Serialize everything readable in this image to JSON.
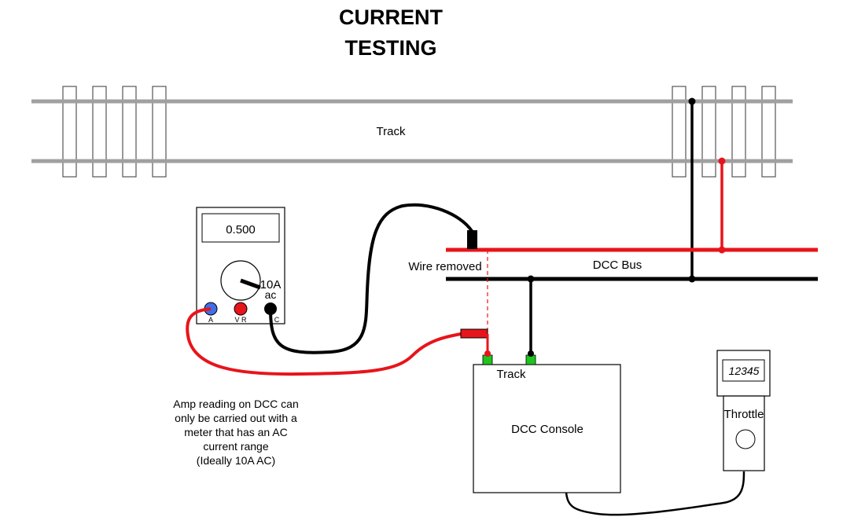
{
  "title": {
    "line1": "CURRENT",
    "line2": "TESTING"
  },
  "track": {
    "label": "Track"
  },
  "meter": {
    "display": "0.500",
    "range_line1": "10A",
    "range_line2": "ac",
    "jack_a": "A",
    "jack_vr": "V R",
    "jack_c": "C"
  },
  "bus": {
    "label": "DCC Bus",
    "wire_removed": "Wire removed"
  },
  "console": {
    "label": "DCC Console",
    "track_terminal": "Track"
  },
  "throttle": {
    "label": "Throttle",
    "display": "12345"
  },
  "note": {
    "lines": [
      "Amp reading on DCC can",
      "only be carried out with a",
      "meter that has an AC",
      "current range",
      "(Ideally 10A  AC)"
    ]
  },
  "colors": {
    "rail": "#a0a0a0",
    "bus_positive": "#e8141b",
    "bus_negative": "#000000",
    "jack_a": "#3f6fe8",
    "jack_vr": "#e8141b",
    "jack_c": "#000000",
    "terminal": "#1fc41f"
  }
}
